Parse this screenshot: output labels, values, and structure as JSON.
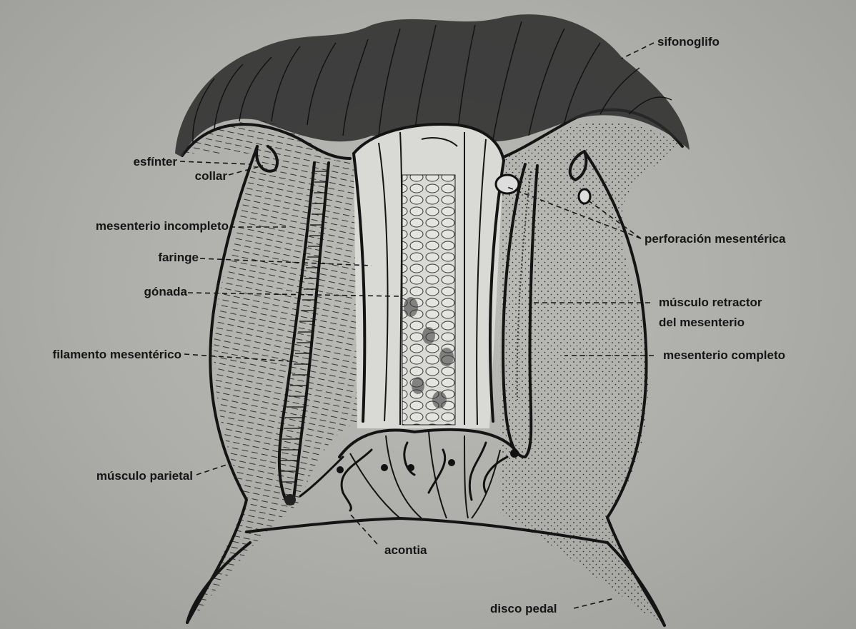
{
  "labels": {
    "sifonoglifo": "sifonoglifo",
    "esfinter": "esfínter",
    "collar": "collar",
    "mesenterio_incompleto": "mesenterio incompleto",
    "faringe": "faringe",
    "gonada": "gónada",
    "filamento_mesenterico": "filamento mesentérico",
    "musculo_parietal": "músculo parietal",
    "acontia": "acontia",
    "perforacion_mesenterica": "perforación mesentérica",
    "musculo_retractor_1": "músculo retractor",
    "musculo_retractor_2": "del mesenterio",
    "mesenterio_completo": "mesenterio completo",
    "disco_pedal": "disco pedal"
  }
}
